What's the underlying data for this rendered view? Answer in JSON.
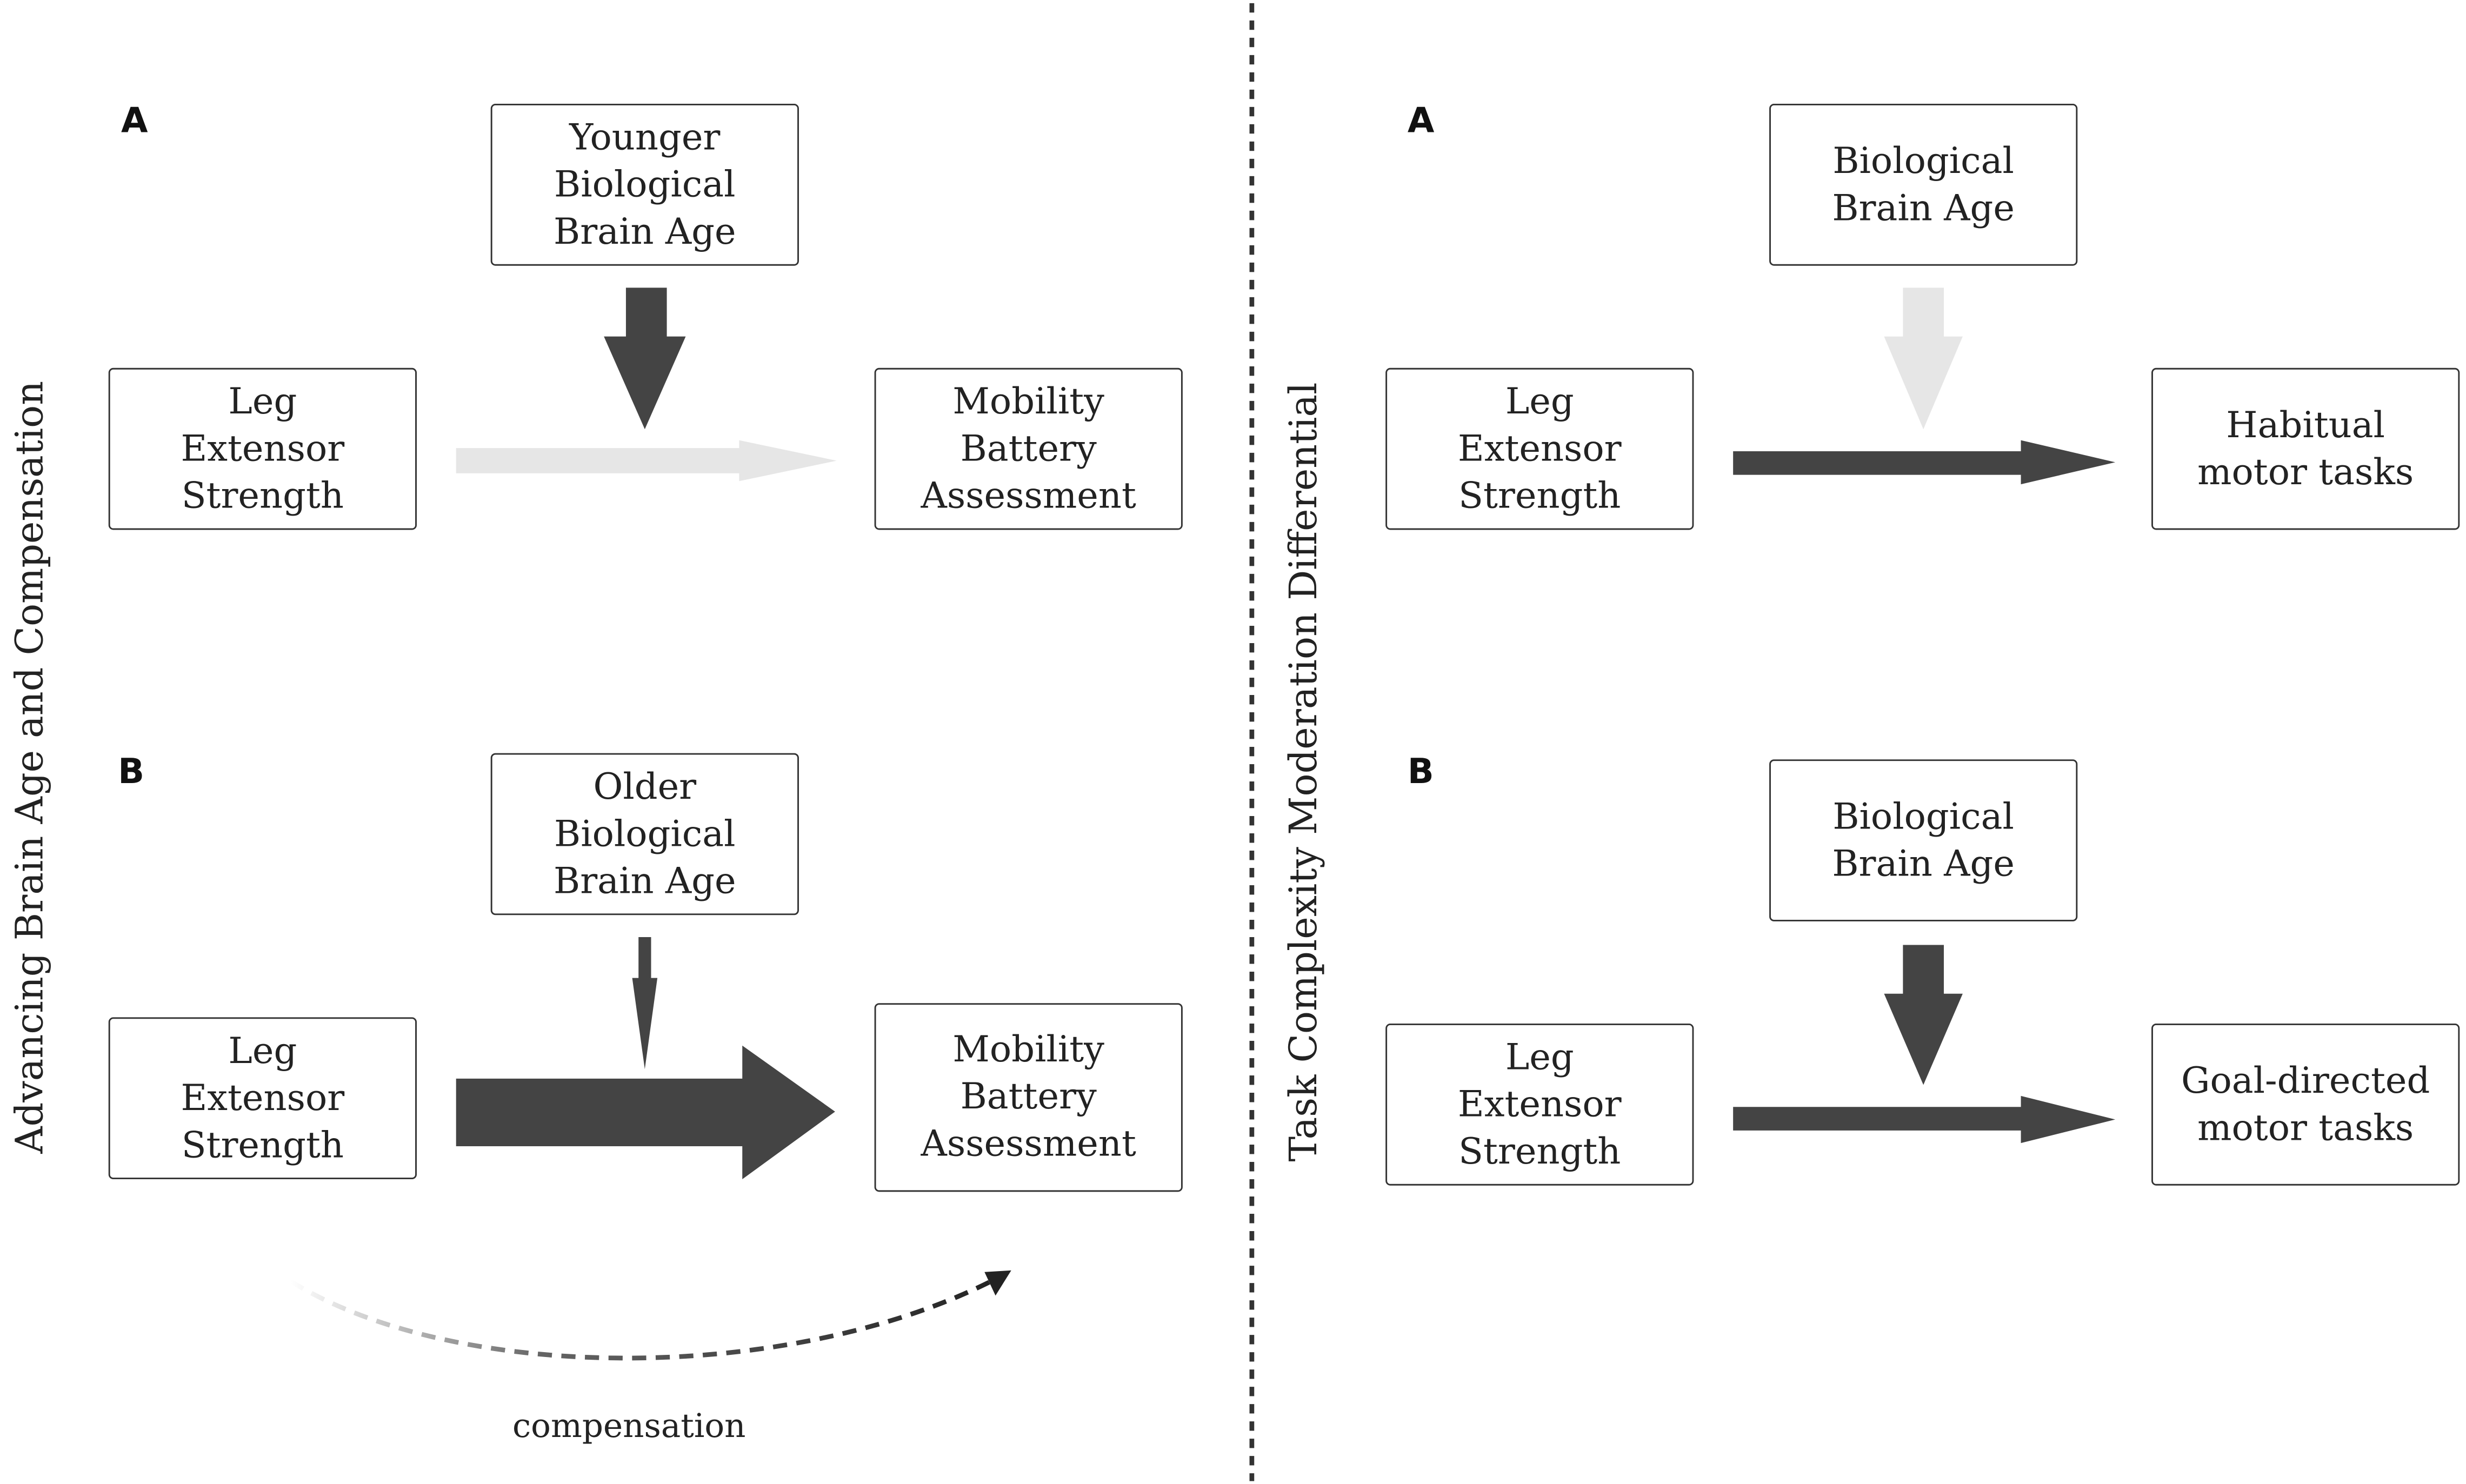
{
  "colors": {
    "strong_arrow": "#444444",
    "faded_arrow": "#e6e6e6",
    "box_border": "#333333",
    "text": "#222222"
  },
  "left_panel": {
    "title": "Advancing Brain Age and  Compensation",
    "A": {
      "label": "A",
      "moderator": "Younger\nBiological\nBrain Age",
      "predictor": "Leg\nExtensor\nStrength",
      "outcome": "Mobility\nBattery\nAssessment",
      "moderator_effect": "strong",
      "direct_effect": "faded"
    },
    "B": {
      "label": "B",
      "moderator": "Older\nBiological\nBrain Age",
      "predictor": "Leg\nExtensor\nStrength",
      "outcome": "Mobility\nBattery\nAssessment",
      "moderator_effect": "weak",
      "direct_effect": "strong",
      "compensation_label": "compensation"
    }
  },
  "right_panel": {
    "title": "Task Complexity Moderation Differential",
    "A": {
      "label": "A",
      "moderator": "Biological\nBrain Age",
      "predictor": "Leg\nExtensor\nStrength",
      "outcome": "Habitual\nmotor tasks",
      "moderator_effect": "faded",
      "direct_effect": "strong"
    },
    "B": {
      "label": "B",
      "moderator": "Biological\nBrain Age",
      "predictor": "Leg\nExtensor\nStrength",
      "outcome": "Goal-directed\nmotor tasks",
      "moderator_effect": "strong",
      "direct_effect": "strong"
    }
  }
}
